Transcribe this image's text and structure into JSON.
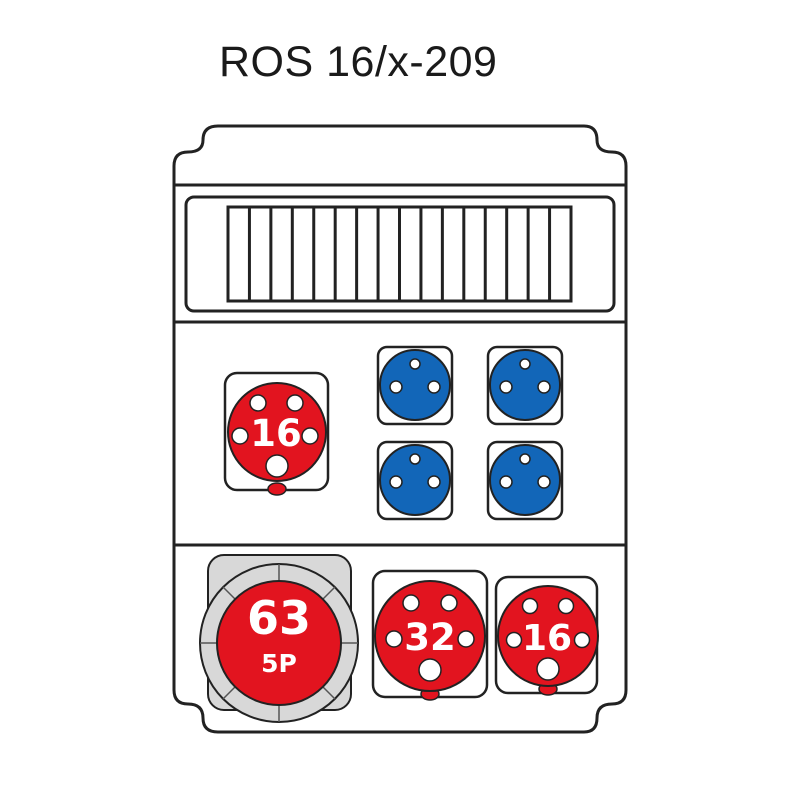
{
  "title": "ROS 16/x-209",
  "colors": {
    "red": "#e2141f",
    "blue": "#1266b8",
    "gray": "#d8d8d8",
    "outline": "#222222"
  },
  "breaker_slots": 16,
  "sockets": {
    "cee16_top": {
      "label": "16"
    },
    "schuko": [
      {
        "type": "230V"
      },
      {
        "type": "230V"
      },
      {
        "type": "230V"
      },
      {
        "type": "230V"
      }
    ],
    "cee63": {
      "label": "63",
      "sub": "5P"
    },
    "cee32": {
      "label": "32"
    },
    "cee16_bottom": {
      "label": "16"
    }
  }
}
